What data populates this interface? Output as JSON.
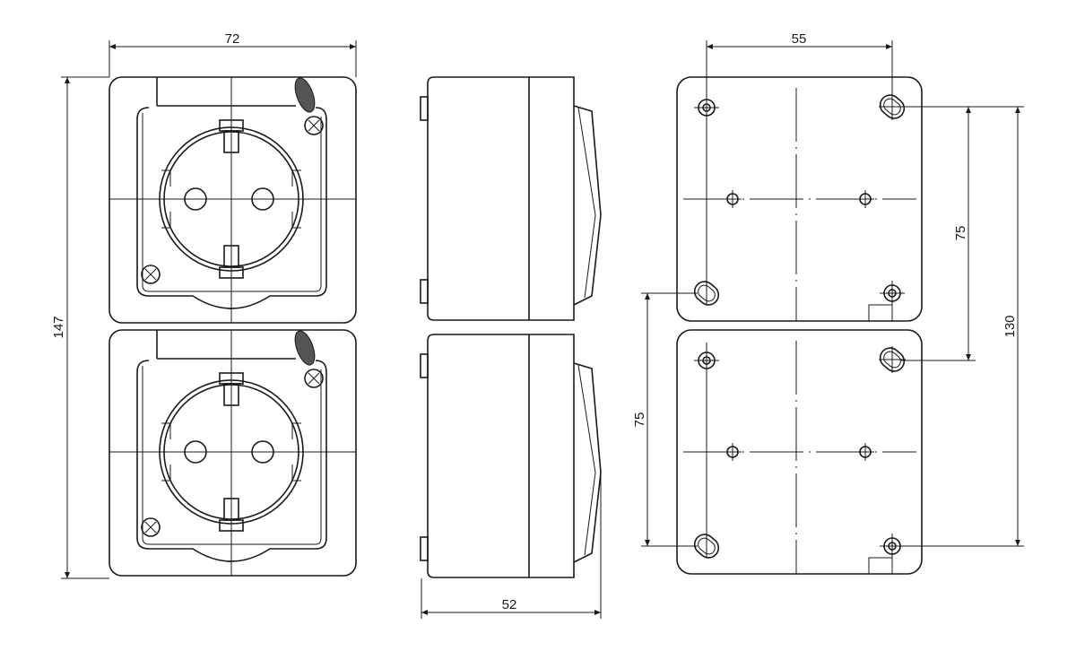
{
  "drawing": {
    "title": "Double socket outlet technical drawing",
    "views": [
      "front",
      "side",
      "back"
    ],
    "dimensions": {
      "front_width": "72",
      "front_height": "147",
      "side_depth": "52",
      "back_hole_spacing_horizontal": "55",
      "back_hole_spacing_vertical_right": "75",
      "back_total_hole_spacing": "130",
      "back_hole_spacing_vertical_left": "75"
    },
    "line_color": "#1a1a1a",
    "background": "#ffffff"
  }
}
